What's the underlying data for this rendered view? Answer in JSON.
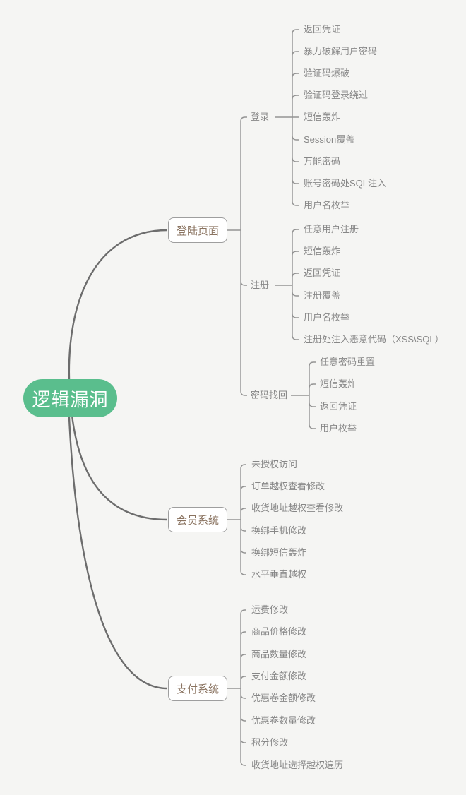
{
  "root": {
    "label": "逻辑漏洞",
    "color": "#5abe8d",
    "text_color": "#ffffff"
  },
  "branches": [
    {
      "label": "登陆页面",
      "children": [
        {
          "label": "登录",
          "leaves": [
            "返回凭证",
            "暴力破解用户密码",
            "验证码爆破",
            "验证码登录绕过",
            "短信轰炸",
            "Session覆盖",
            "万能密码",
            "账号密码处SQL注入",
            "用户名枚举"
          ]
        },
        {
          "label": "注册",
          "leaves": [
            "任意用户注册",
            "短信轰炸",
            "返回凭证",
            "注册覆盖",
            "用户名枚举",
            "注册处注入恶意代码（XSS\\SQL）"
          ]
        },
        {
          "label": "密码找回",
          "leaves": [
            "任意密码重置",
            "短信轰炸",
            "返回凭证",
            "用户枚举"
          ]
        }
      ]
    },
    {
      "label": "会员系统",
      "leaves": [
        "未授权访问",
        "订单越权查看修改",
        "收货地址越权查看修改",
        "换绑手机修改",
        "换绑短信轰炸",
        "水平垂直越权"
      ]
    },
    {
      "label": "支付系统",
      "leaves": [
        "运费修改",
        "商品价格修改",
        "商品数量修改",
        "支付金额修改",
        "优惠卷金额修改",
        "优惠卷数量修改",
        "积分修改",
        "收货地址选择越权遍历"
      ]
    }
  ]
}
